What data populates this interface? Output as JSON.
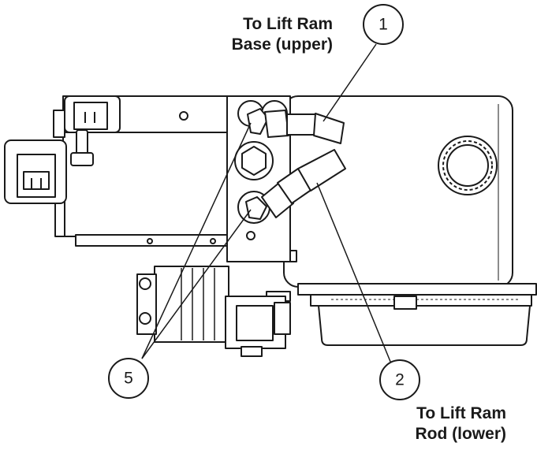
{
  "labels": {
    "upper_line1": "To Lift Ram",
    "upper_line2": "Base (upper)",
    "lower_line1": "To Lift Ram",
    "lower_line2": "Rod (lower)"
  },
  "callouts": [
    {
      "id": "callout-1",
      "number": "1"
    },
    {
      "id": "callout-2",
      "number": "2"
    },
    {
      "id": "callout-5",
      "number": "5"
    }
  ],
  "colors": {
    "line": "#1a1a1a",
    "fill": "#ffffff",
    "shade": "#e6e6e6"
  }
}
